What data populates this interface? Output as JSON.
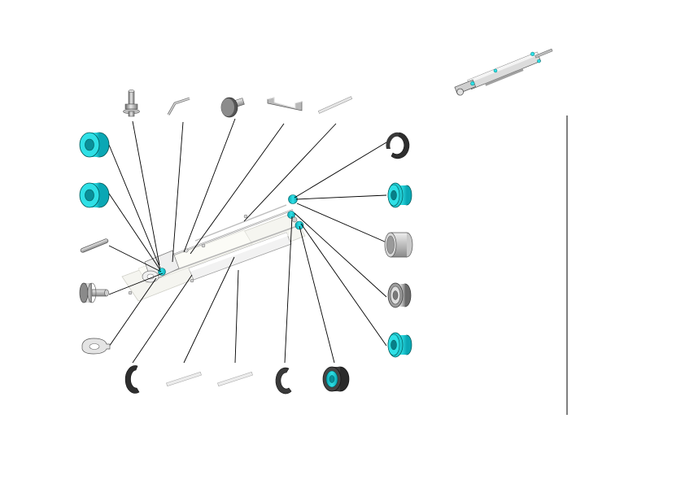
{
  "diagram": {
    "kind": "exploded-parts-view",
    "assembly": "linear-cylinder-assembly",
    "colors": {
      "accent": "#2fe0e6",
      "accent_dark": "#0aa7b4",
      "metal_light": "#e6e6e6",
      "metal_mid": "#a8a8a8",
      "metal_dark": "#5e5e5e",
      "line": "#000000"
    },
    "parts_left": [
      "roller-bearing",
      "roller-bearing",
      "dowel-pin",
      "shoulder-bolt",
      "tab-washer"
    ],
    "parts_top": [
      "hex-flange-bolt",
      "bent-pin",
      "round-head-pin",
      "u-bracket",
      "thin-rod"
    ],
    "parts_bottom": [
      "c-clip",
      "rod",
      "rod",
      "e-clip",
      "flanged-bearing"
    ],
    "parts_right": [
      "snap-ring",
      "flanged-bushing",
      "sleeve-bushing",
      "spacer-bushing",
      "flanged-bushing"
    ]
  }
}
